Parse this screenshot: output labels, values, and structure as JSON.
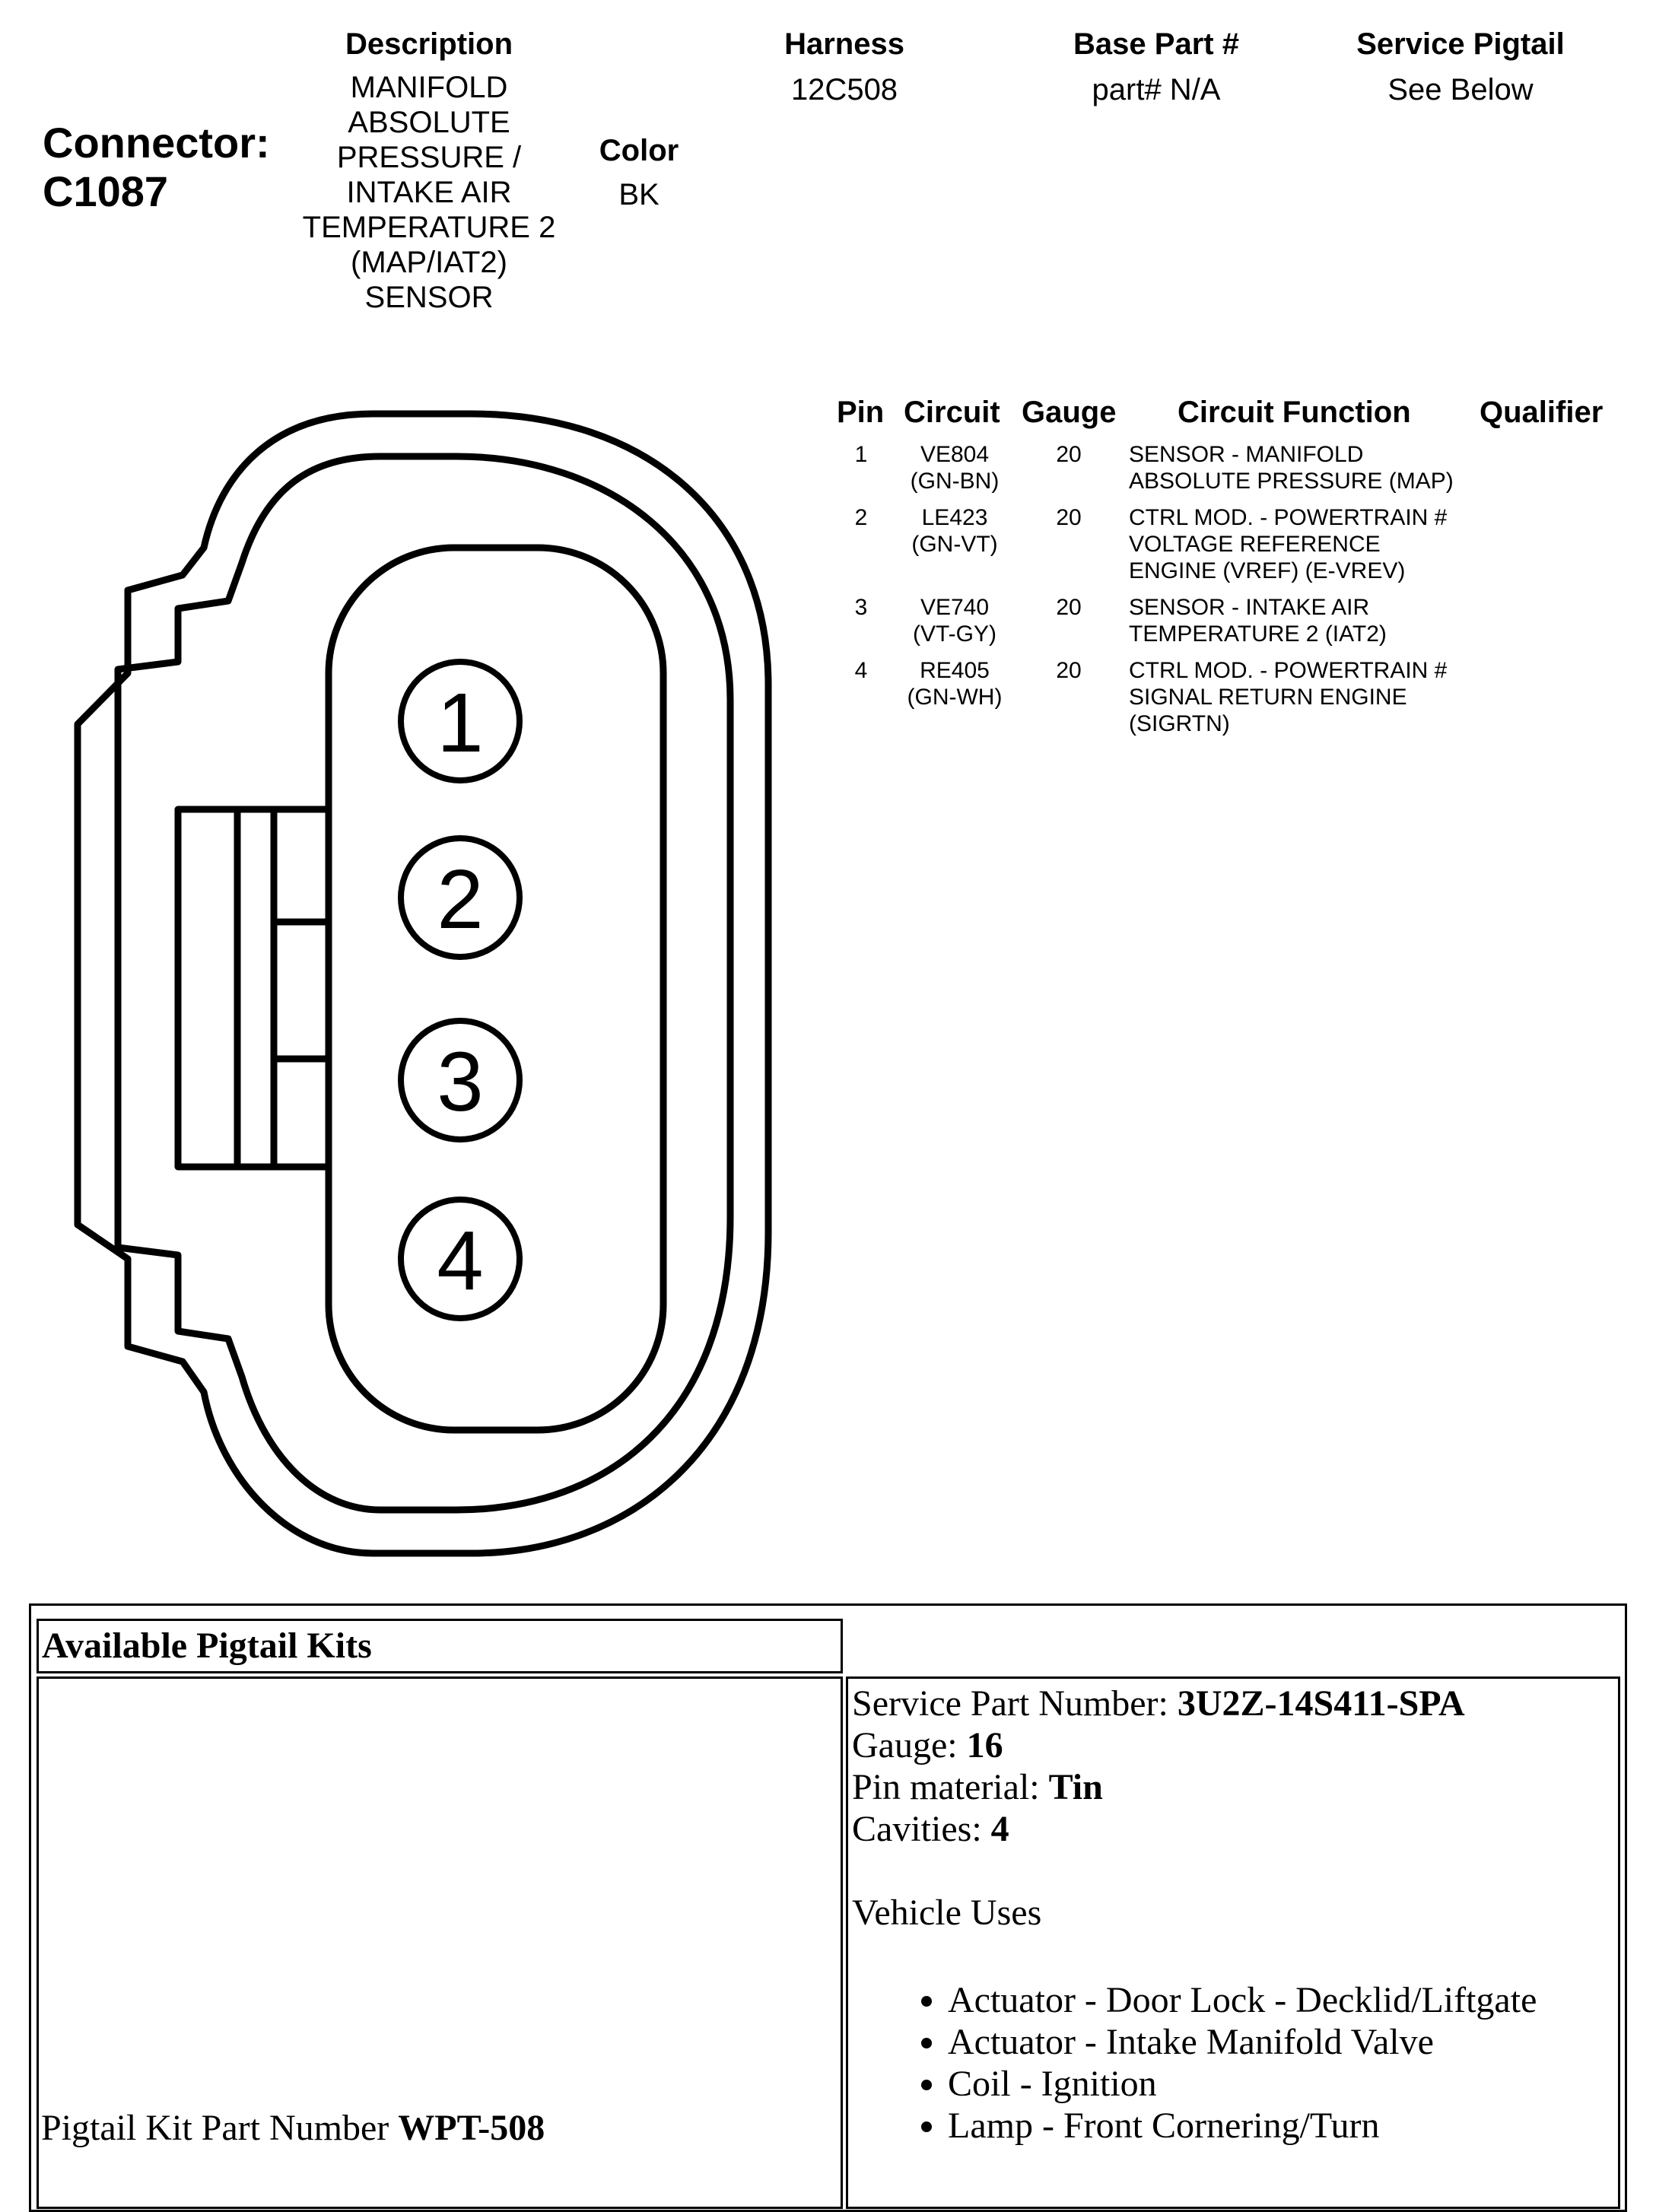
{
  "header": {
    "connector_label": "Connector:",
    "connector_id": "C1087",
    "columns": {
      "description": "Description",
      "harness": "Harness",
      "base_part": "Base Part #",
      "service_pigtail": "Service Pigtail",
      "color": "Color"
    },
    "description_lines": [
      "MANIFOLD",
      "ABSOLUTE",
      "PRESSURE /",
      "INTAKE AIR",
      "TEMPERATURE 2",
      "(MAP/IAT2)",
      "SENSOR"
    ],
    "harness_value": "12C508",
    "base_part_value": "part# N/A",
    "service_pigtail_value": "See Below",
    "color_value": "BK"
  },
  "connector_diagram": {
    "pins": [
      "1",
      "2",
      "3",
      "4"
    ]
  },
  "pin_table": {
    "headers": {
      "pin": "Pin",
      "circuit": "Circuit",
      "gauge": "Gauge",
      "function": "Circuit Function",
      "qualifier": "Qualifier"
    },
    "rows": [
      {
        "pin": "1",
        "circuit": [
          "VE804",
          "(GN-BN)"
        ],
        "gauge": "20",
        "function": [
          "SENSOR - MANIFOLD",
          "ABSOLUTE PRESSURE (MAP)"
        ]
      },
      {
        "pin": "2",
        "circuit": [
          "LE423",
          "(GN-VT)"
        ],
        "gauge": "20",
        "function": [
          "CTRL MOD. - POWERTRAIN #",
          "VOLTAGE REFERENCE",
          "ENGINE (VREF) (E-VREV)"
        ]
      },
      {
        "pin": "3",
        "circuit": [
          "VE740",
          "(VT-GY)"
        ],
        "gauge": "20",
        "function": [
          "SENSOR - INTAKE AIR",
          "TEMPERATURE 2 (IAT2)"
        ]
      },
      {
        "pin": "4",
        "circuit": [
          "RE405",
          "(GN-WH)"
        ],
        "gauge": "20",
        "function": [
          "CTRL MOD. - POWERTRAIN #",
          "SIGNAL RETURN ENGINE",
          "(SIGRTN)"
        ]
      }
    ]
  },
  "pigtail": {
    "title": "Available Pigtail Kits",
    "kit_label": "Pigtail Kit Part Number ",
    "kit_value": "WPT-508",
    "service_part_label": "Service Part Number: ",
    "service_part_value": "3U2Z-14S411-SPA",
    "gauge_label": "Gauge: ",
    "gauge_value": "16",
    "pin_material_label": "Pin material: ",
    "pin_material_value": "Tin",
    "cavities_label": "Cavities: ",
    "cavities_value": "4",
    "vehicle_uses_label": "Vehicle Uses",
    "vehicle_uses": [
      "Actuator - Door Lock - Decklid/Liftgate",
      "Actuator - Intake Manifold Valve",
      "Coil - Ignition",
      "Lamp - Front Cornering/Turn"
    ]
  }
}
